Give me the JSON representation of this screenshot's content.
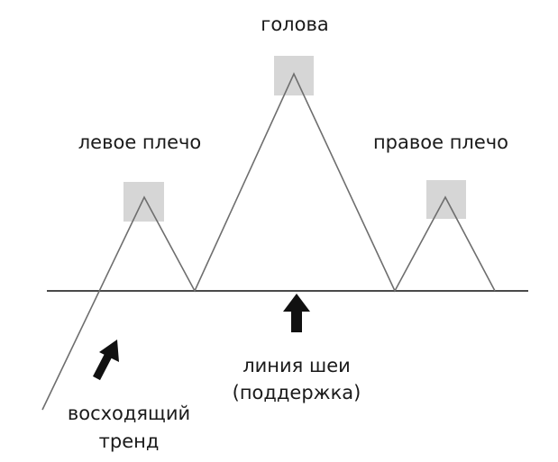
{
  "labels": {
    "head": "голова",
    "left_shoulder": "левое плечо",
    "right_shoulder": "правое плечо",
    "neckline_line1": "линия шеи",
    "neckline_line2": "(поддержка)",
    "trend_line1": "восходящий",
    "trend_line2": "тренд"
  },
  "colors": {
    "line": "#6e6e6e",
    "neckline": "#4a4a4a",
    "highlight": "#d6d6d6",
    "arrow": "#111111",
    "text": "#1a1a1a"
  },
  "icons": {
    "neckline_arrow": "arrow-up-icon",
    "trend_arrow": "arrow-up-right-icon"
  }
}
